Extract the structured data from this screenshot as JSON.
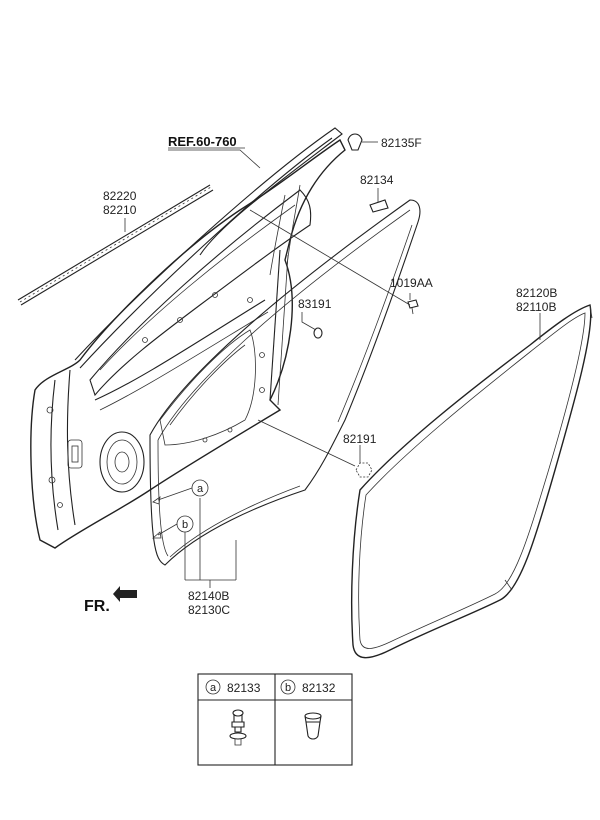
{
  "labels": {
    "ref": "REF.60-760",
    "part_82135F": "82135F",
    "part_82134": "82134",
    "part_82220": "82220",
    "part_82210": "82210",
    "part_1019AA": "1019AA",
    "part_83191": "83191",
    "part_82120B": "82120B",
    "part_82110B": "82110B",
    "part_82191": "82191",
    "part_82140B": "82140B",
    "part_82130C": "82130C",
    "front_indicator": "FR."
  },
  "callouts": {
    "a": "a",
    "b": "b"
  },
  "legend": {
    "a_letter": "a",
    "a_part": "82133",
    "b_letter": "b",
    "b_part": "82132"
  }
}
